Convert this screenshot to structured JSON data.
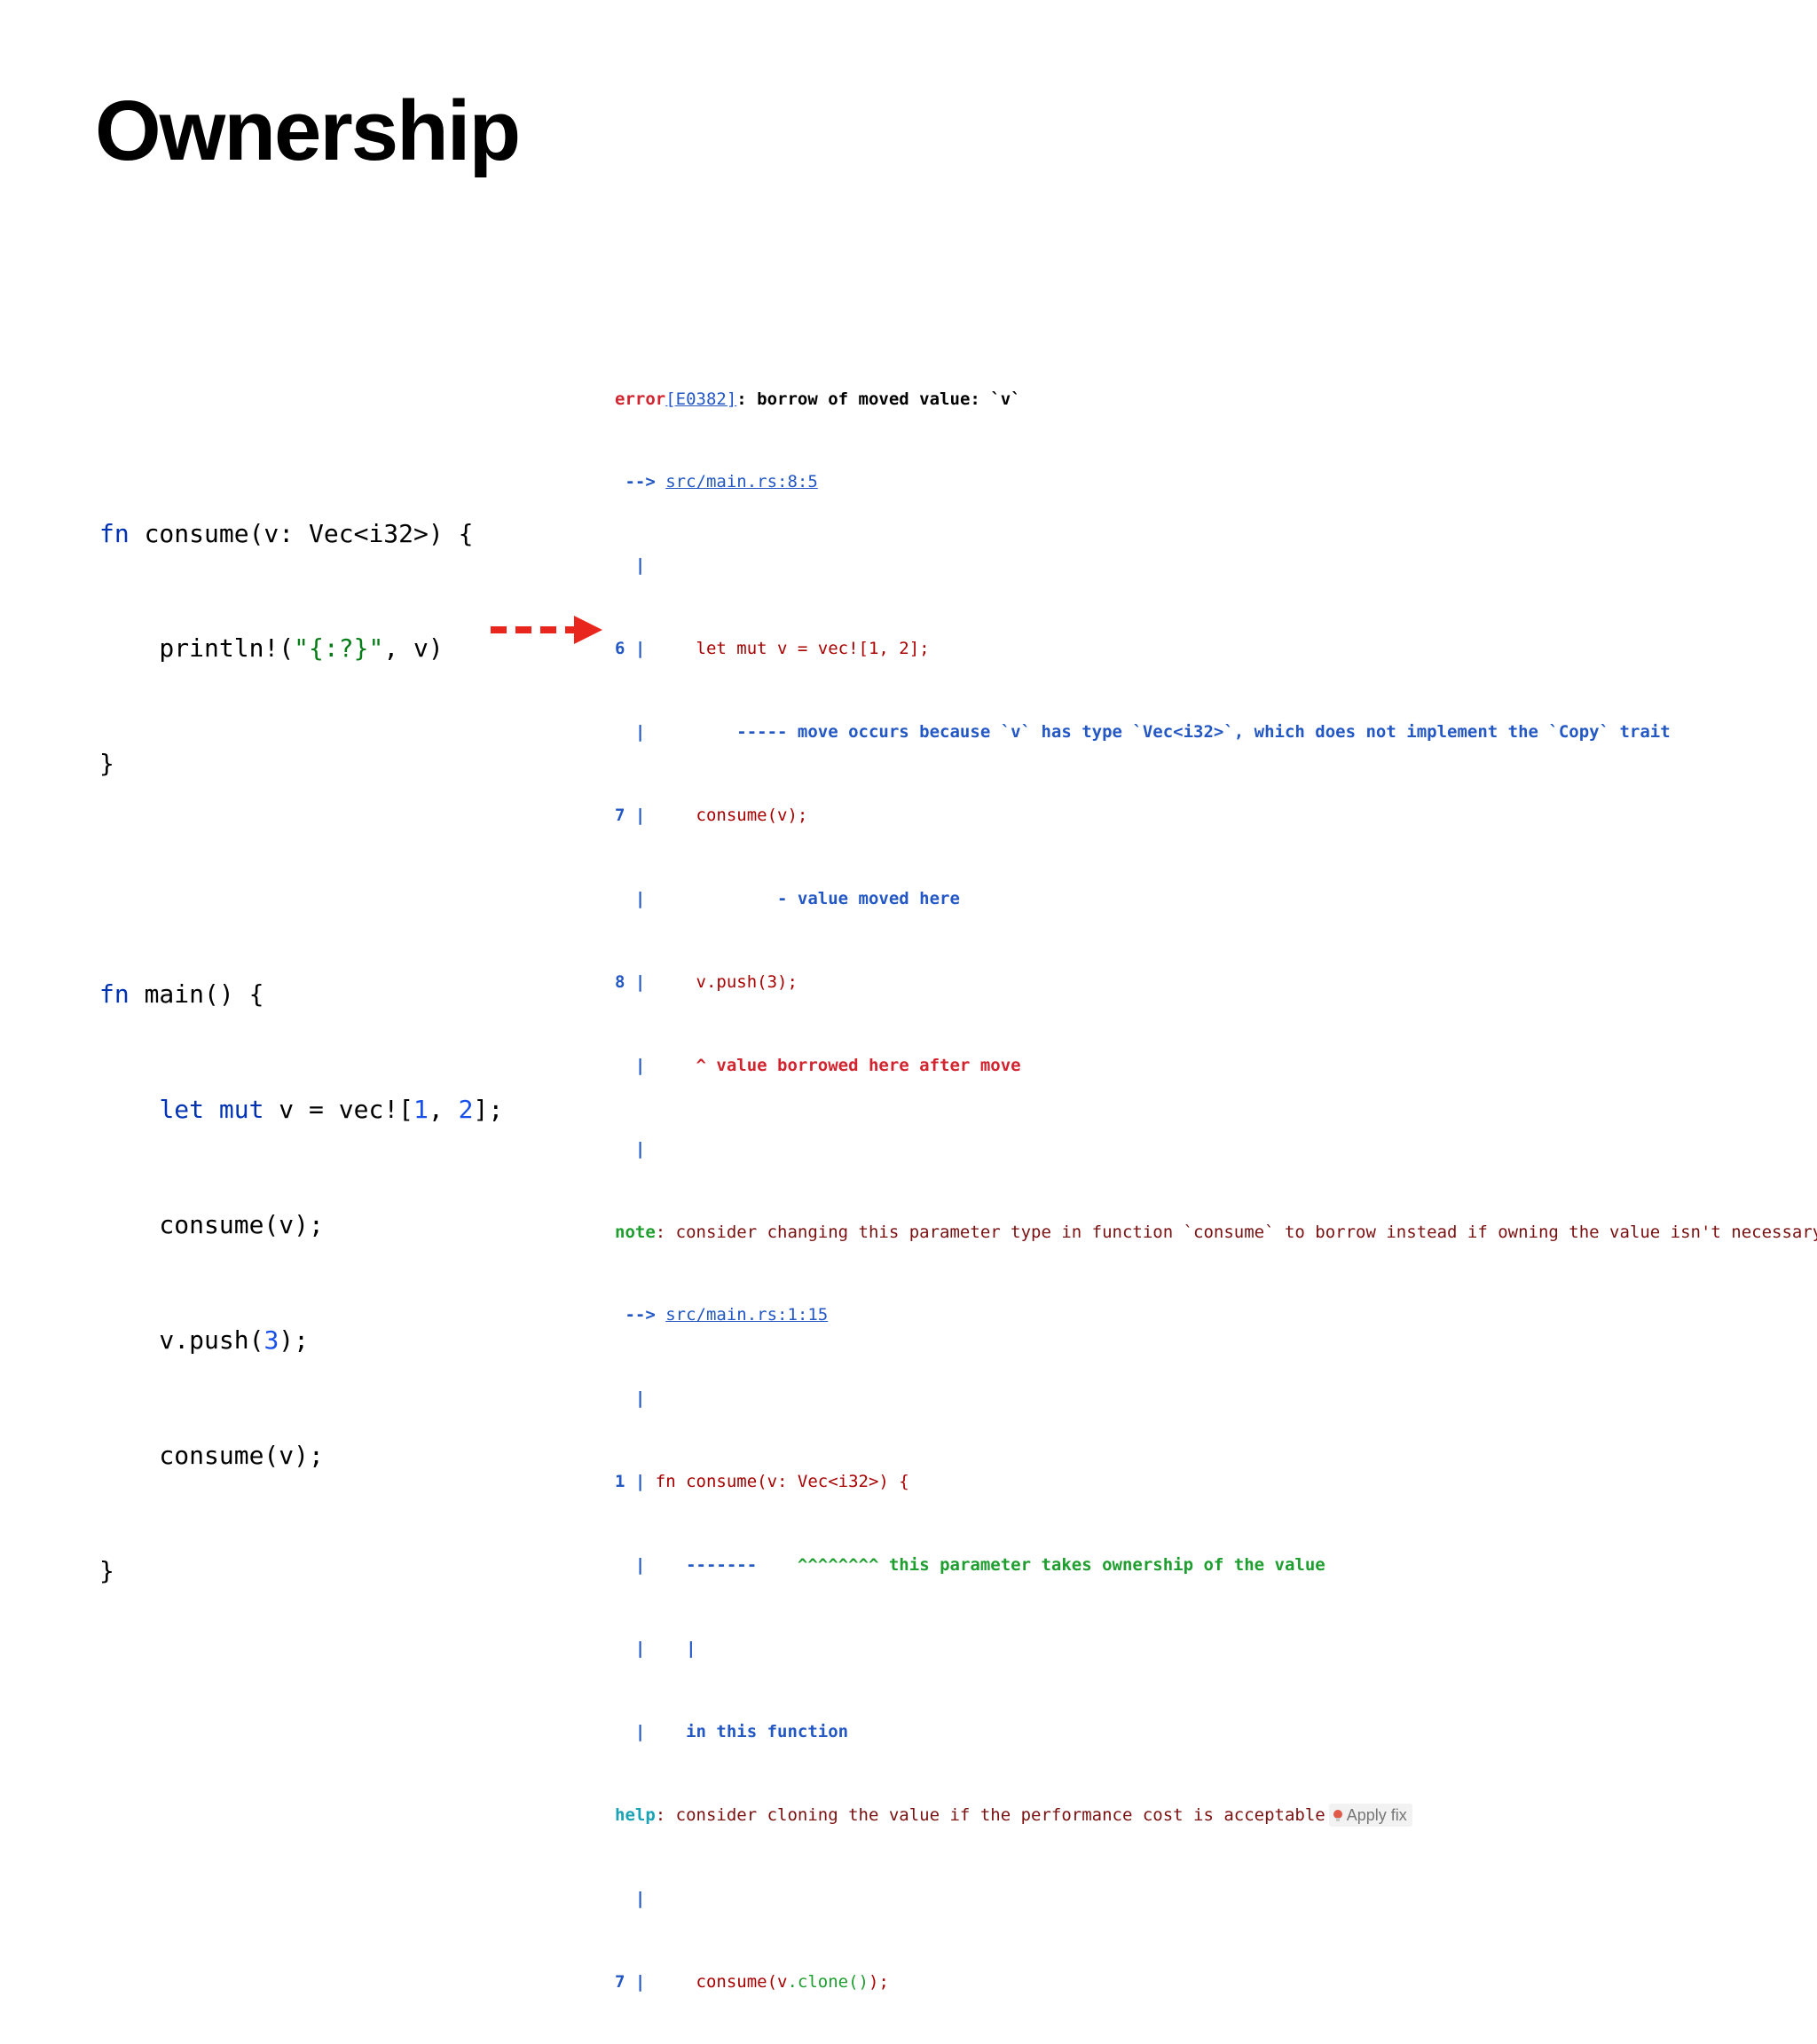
{
  "slide": {
    "title": "Ownership"
  },
  "code": {
    "l1_fn": "fn",
    "l1_rest": " consume(v: Vec<i32>) {",
    "l2_a": "    println!(",
    "l2_str": "\"{:?}\"",
    "l2_b": ", v)",
    "l3": "}",
    "l5_fn": "fn",
    "l5_rest": " main() {",
    "l6_indent": "    ",
    "l6_let": "let",
    "l6_sp": " ",
    "l6_mut": "mut",
    "l6_a": " v = vec![",
    "l6_n1": "1",
    "l6_b": ", ",
    "l6_n2": "2",
    "l6_c": "];",
    "l7": "    consume(v);",
    "l8_a": "    v.push(",
    "l8_n": "3",
    "l8_b": ");",
    "l9": "    consume(v);",
    "l10": "}"
  },
  "diagnostic": {
    "error_kw": "error",
    "error_code": "[E0382]",
    "error_msg": ": borrow of moved value: `v`",
    "loc1_arrow": " --> ",
    "loc1": "src/main.rs:8:5",
    "bar": "  |",
    "ln6": "6 |",
    "ln6_code": "     let mut v = vec![1, 2];",
    "ln6_ann": "         ----- move occurs because `v` has type `Vec<i32>`, which does not implement the `Copy` trait",
    "ln7": "7 |",
    "ln7_code": "     consume(v);",
    "ln7_ann": "             - value moved here",
    "ln8": "8 |",
    "ln8_code": "     v.push(3);",
    "ln8_ann": "     ^ value borrowed here after move",
    "note_kw": "note",
    "note_msg": ": consider changing this parameter type in function `consume` to borrow instead if owning the value isn't necessary",
    "loc2_arrow": " --> ",
    "loc2": "src/main.rs:1:15",
    "ln1": "1 |",
    "ln1_code": " fn consume(v: Vec<i32>) {",
    "ln1_dash": "    -------    ",
    "ln1_carets": "^^^^^^^^ this parameter takes ownership of the value",
    "ln1_pipe": "    |",
    "ln1_func": "    in this function",
    "help_kw": "help",
    "help_msg": ": consider cloning the value if the performance cost is acceptable",
    "apply_fix": "Apply fix",
    "ln7b": "7 |",
    "ln7b_a": "     consume(v",
    "ln7b_clone": ".clone()",
    "ln7b_b": ");",
    "ln7b_plus": "            ++++++++"
  }
}
